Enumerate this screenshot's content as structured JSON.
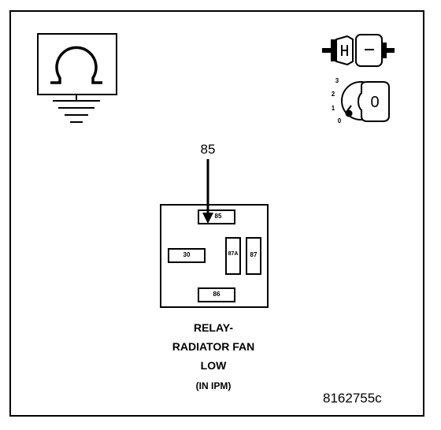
{
  "diagram": {
    "pin_callout": "85",
    "relay": {
      "pins": {
        "p85": "85",
        "p30": "30",
        "p87a": "87A",
        "p87": "87",
        "p86": "86"
      }
    },
    "caption": {
      "line1": "RELAY-",
      "line2": "RADIATOR FAN",
      "line3": "LOW",
      "line4": "(IN IPM)"
    },
    "figure_id": "8162755c",
    "ignition": {
      "positions": [
        "3",
        "2",
        "1",
        "0"
      ],
      "key_label": "0"
    },
    "icons": [
      "ohmmeter-ground-icon",
      "connector-plug-icon",
      "ignition-switch-icon"
    ]
  }
}
